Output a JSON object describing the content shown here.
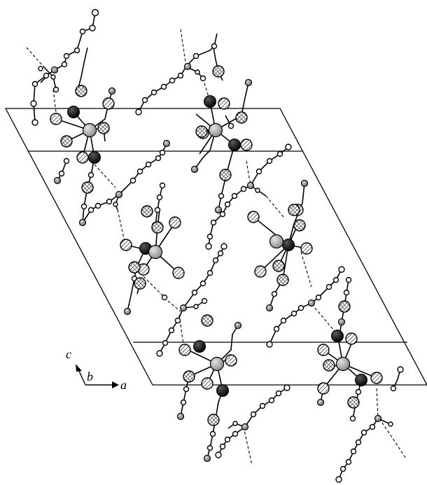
{
  "axes": {
    "c_label": "c",
    "b_label": "b",
    "a_label": "a"
  },
  "atom_types": {
    "metal": {
      "fill": "#a8a8a8",
      "stroke": "#202020"
    },
    "dark": {
      "fill": "#141414",
      "stroke": "#000000"
    },
    "hatched": {
      "fill": "#ffffff",
      "stroke": "#202020",
      "pattern": "diagonal"
    },
    "crossed": {
      "fill": "#ffffff",
      "stroke": "#202020",
      "pattern": "crosshatch"
    },
    "small_open": {
      "fill": "#ffffff",
      "stroke": "#202020"
    },
    "small_grey": {
      "fill": "#8c8c8c",
      "stroke": "#202020"
    }
  }
}
